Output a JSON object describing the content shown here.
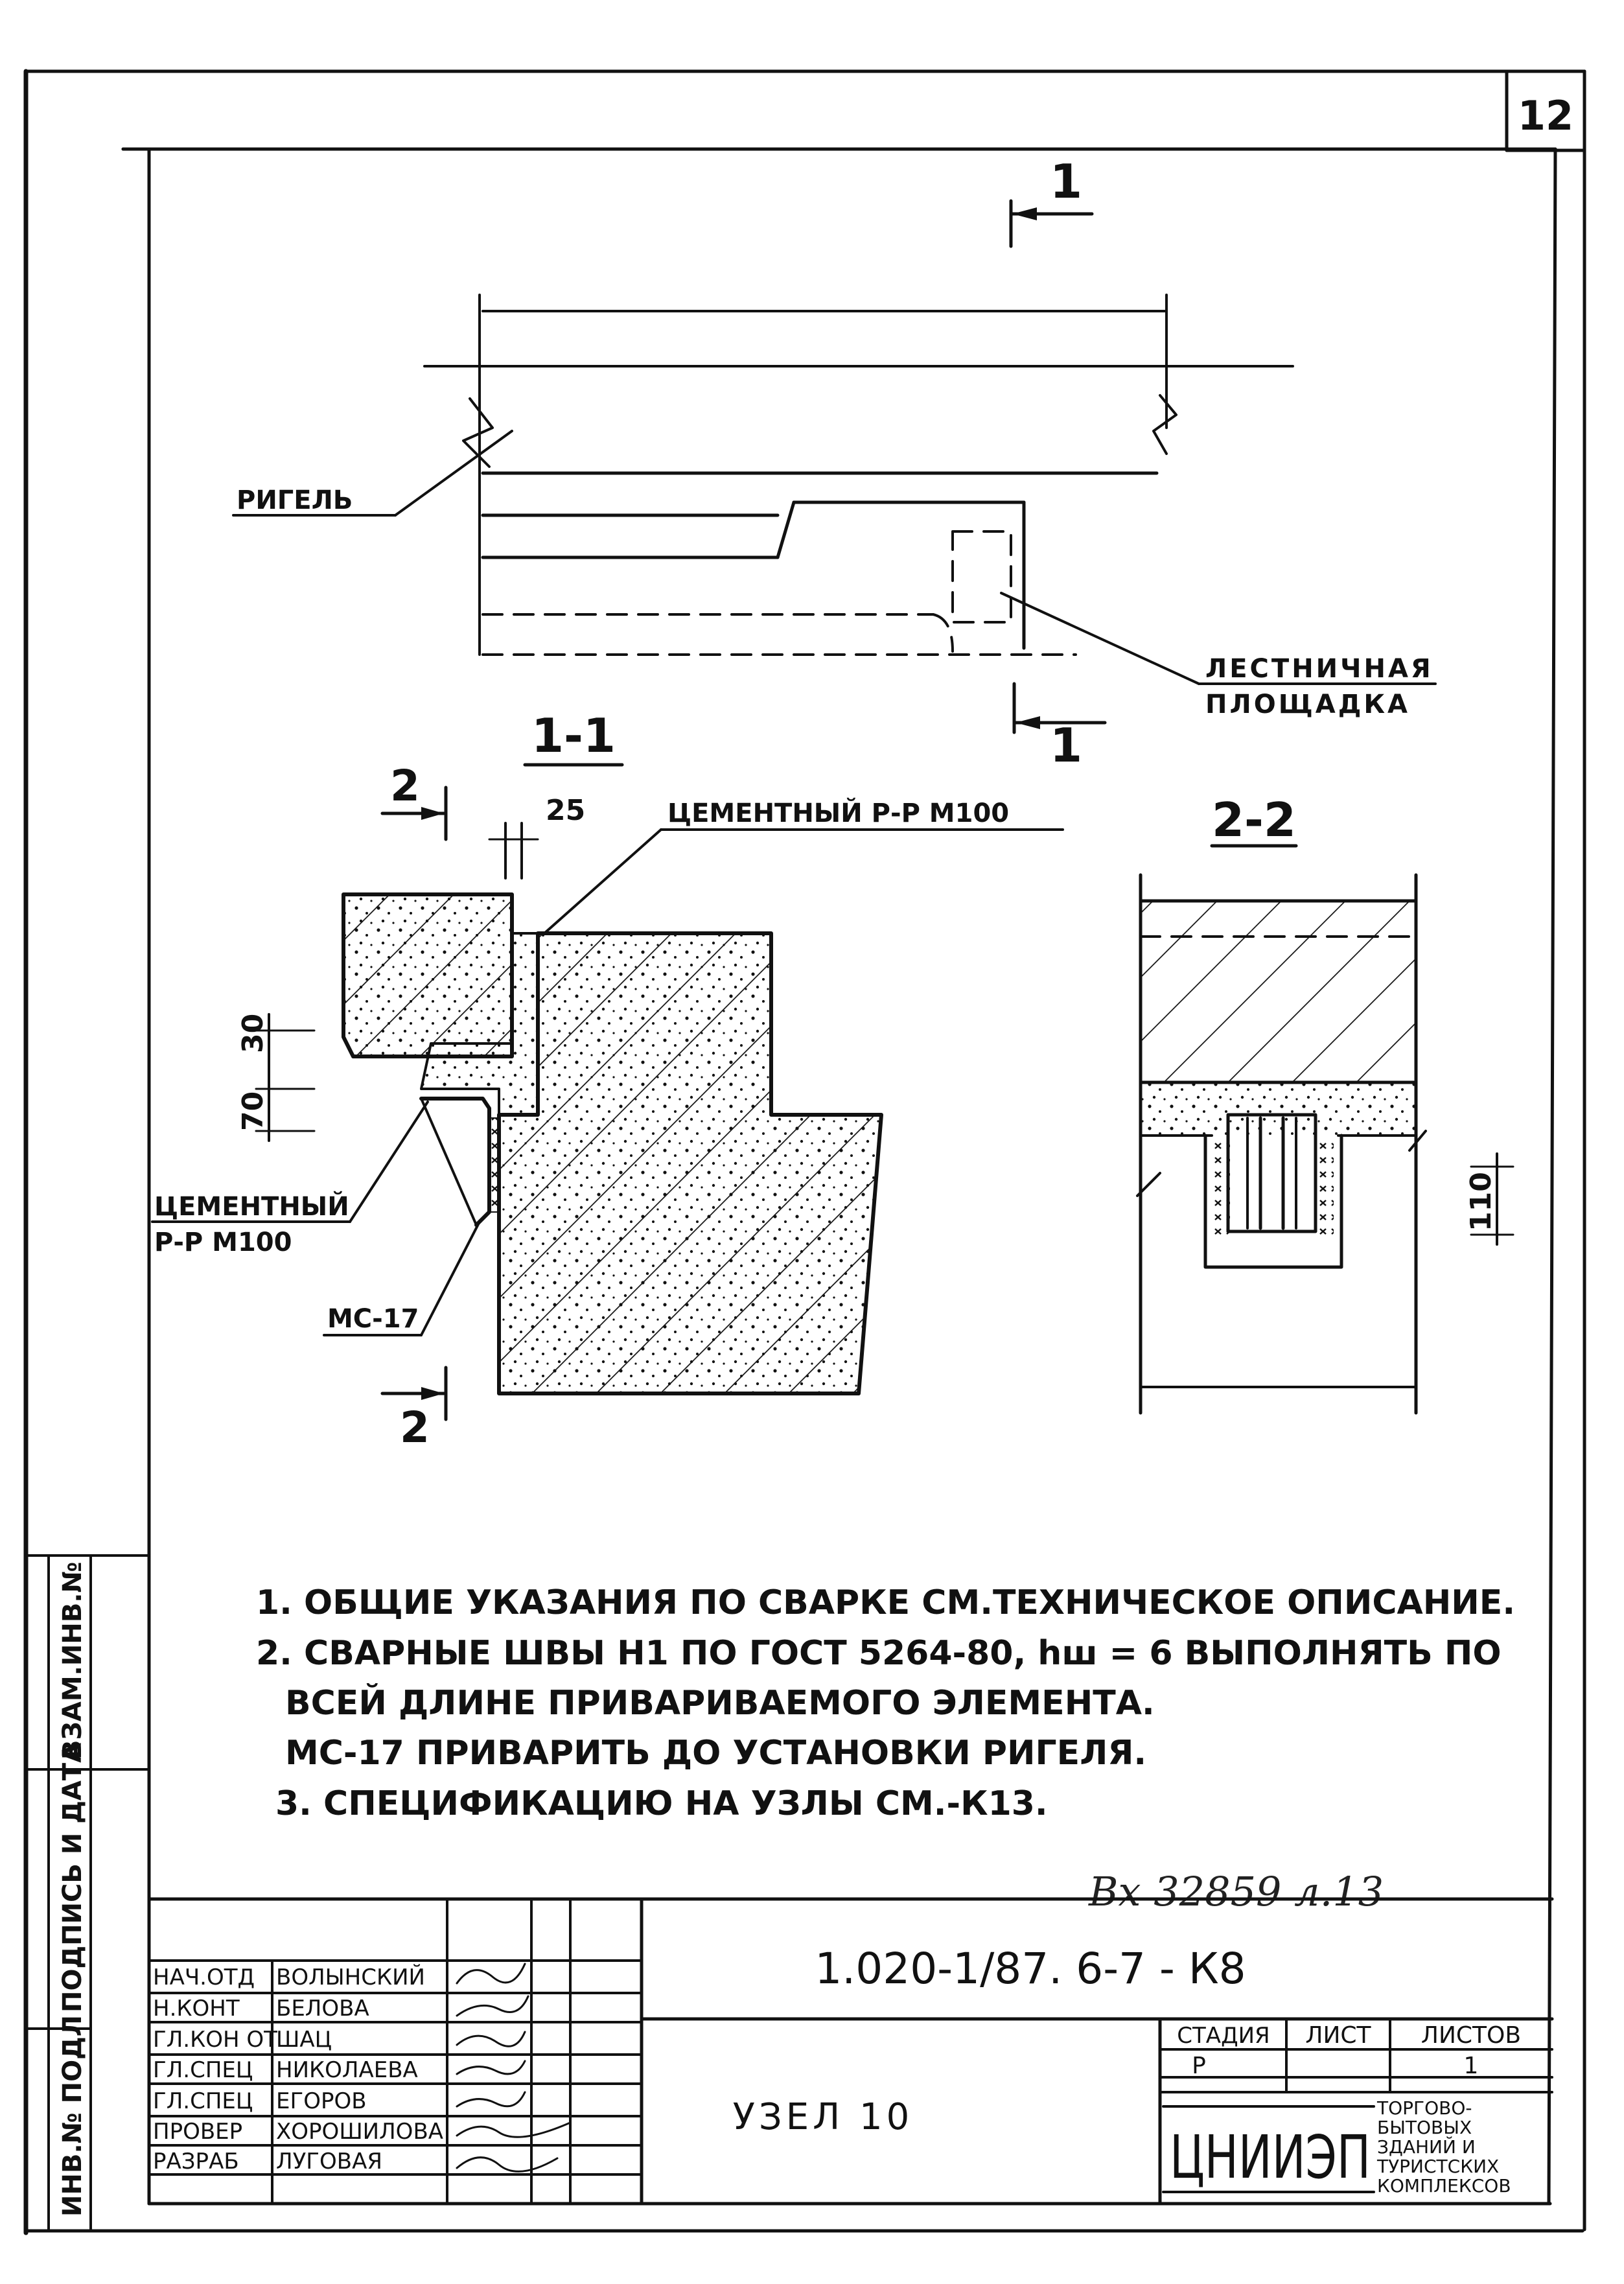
{
  "sheet_number": "12",
  "plan": {
    "section_mark": "1",
    "label_rigel": "РИГЕЛЬ",
    "label_landing_line1": "ЛЕСТНИЧНАЯ",
    "label_landing_line2": "ПЛОЩАДКА"
  },
  "section_1_1": {
    "title": "1-1",
    "cut_mark": "2",
    "dim_25": "25",
    "dim_30": "30",
    "dim_70": "70",
    "label_mortar_top": "ЦЕМЕНТНЫЙ Р-Р М100",
    "label_mortar_left_line1": "ЦЕМЕНТНЫЙ",
    "label_mortar_left_line2": "Р-Р М100",
    "label_mc17": "МС-17"
  },
  "section_2_2": {
    "title": "2-2",
    "dim_110": "110"
  },
  "notes": [
    "1. ОБЩИЕ УКАЗАНИЯ ПО СВАРКЕ СМ.ТЕХНИЧЕСКОЕ ОПИСАНИЕ.",
    "2. СВАРНЫЕ ШВЫ Н1 ПО ГОСТ 5264-80, hш = 6  ВЫПОЛНЯТЬ ПО",
    "ВСЕЙ ДЛИНЕ ПРИВАРИВАЕМОГО ЭЛЕМЕНТА.",
    "МС-17 ПРИВАРИТЬ ДО УСТАНОВКИ РИГЕЛЯ.",
    "3. СПЕЦИФИКАЦИЮ НА УЗЛЫ СМ.-К13."
  ],
  "archive_note": "Вх 32859 л.13",
  "left_margin_stamp": [
    "ИНВ.№ ПОДЛ",
    "ПОДПИСЬ И ДАТА",
    "ВЗАМ.ИНВ.№"
  ],
  "title_block": {
    "document_code": "1.020-1/87. 6-7 - К8",
    "name": "УЗЕЛ 10",
    "roles": [
      {
        "role": "НАЧ.ОТД",
        "name": "ВОЛЫНСКИЙ"
      },
      {
        "role": "Н.КОНТ",
        "name": "БЕЛОВА"
      },
      {
        "role": "ГЛ.КОН ОТ",
        "name": "ШАЦ"
      },
      {
        "role": "ГЛ.СПЕЦ",
        "name": "НИКОЛАЕВА"
      },
      {
        "role": "ГЛ.СПЕЦ",
        "name": "ЕГОРОВ"
      },
      {
        "role": "ПРОВЕР",
        "name": "ХОРОШИЛОВА"
      },
      {
        "role": "РАЗРАБ",
        "name": "ЛУГОВАЯ"
      }
    ],
    "stage_header": "СТАДИЯ",
    "sheet_header": "ЛИСТ",
    "sheets_header": "ЛИСТОВ",
    "stage_value": "Р",
    "sheet_value": "1",
    "sheets_value": "",
    "org_logo": "ЦНИИЭП",
    "org_desc": [
      "ТОРГОВО-",
      "БЫТОВЫХ",
      "ЗДАНИЙ И",
      "ТУРИСТСКИХ",
      "КОМПЛЕКСОВ"
    ]
  }
}
